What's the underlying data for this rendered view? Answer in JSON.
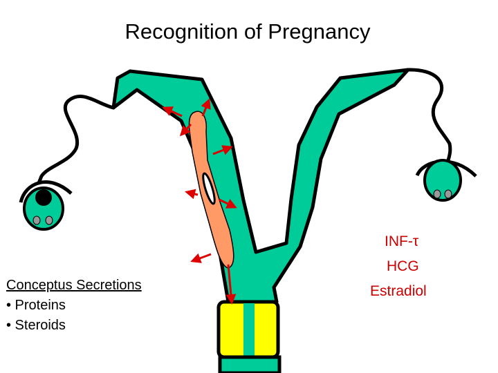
{
  "title": "Recognition of Pregnancy",
  "legend": {
    "heading": "Conceptus Secretions",
    "items": [
      "• Proteins",
      "• Steroids"
    ]
  },
  "hormones": [
    "INF-τ",
    "HCG",
    "Estradiol"
  ],
  "colors": {
    "uterus": "#00cc99",
    "conceptus": "#ff9966",
    "cervix": "#ffff00",
    "arrows": "#dd0000",
    "ovary_follicle": "#999999",
    "hormone_text": "#cc0000"
  },
  "icons": [
    "red-arrow",
    "ovary",
    "conceptus"
  ]
}
